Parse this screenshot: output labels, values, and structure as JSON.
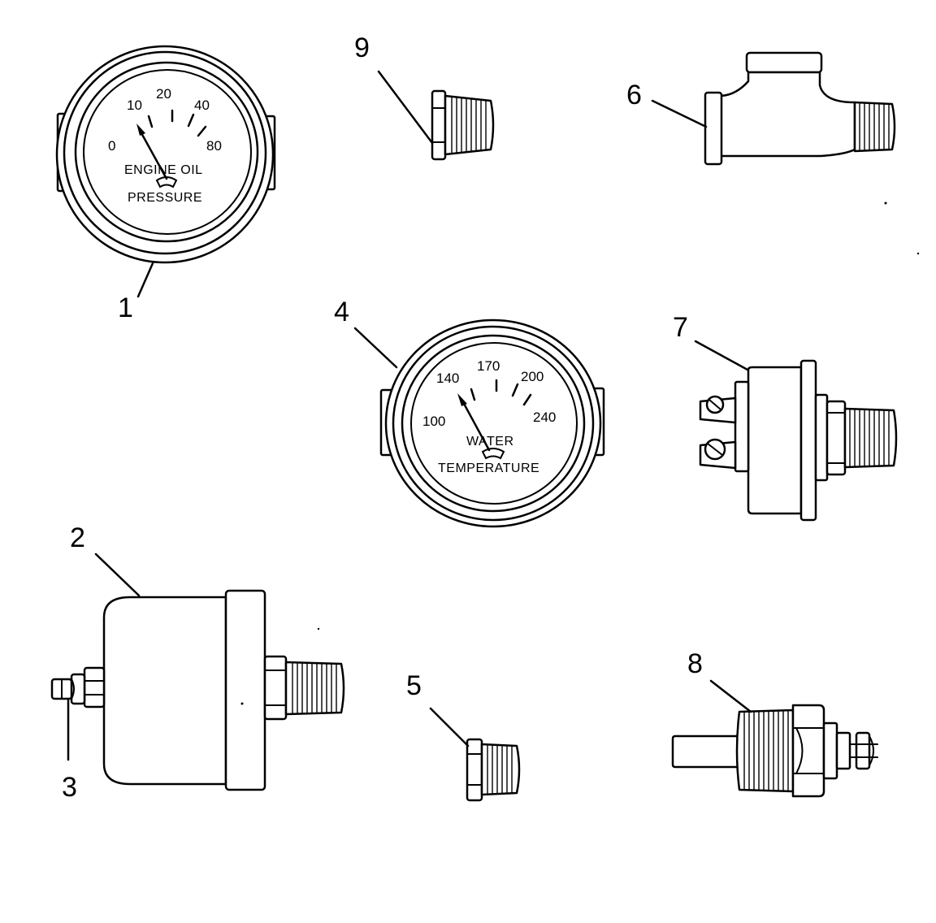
{
  "callouts": [
    "1",
    "2",
    "3",
    "4",
    "5",
    "6",
    "7",
    "8",
    "9"
  ],
  "oil_gauge": {
    "scale": [
      "0",
      "10",
      "20",
      "40",
      "80"
    ],
    "label_line1": "ENGINE OIL",
    "label_line2": "PRESSURE"
  },
  "water_gauge": {
    "scale": [
      "100",
      "140",
      "170",
      "200",
      "240"
    ],
    "label_line1": "WATER",
    "label_line2": "TEMPERATURE"
  }
}
